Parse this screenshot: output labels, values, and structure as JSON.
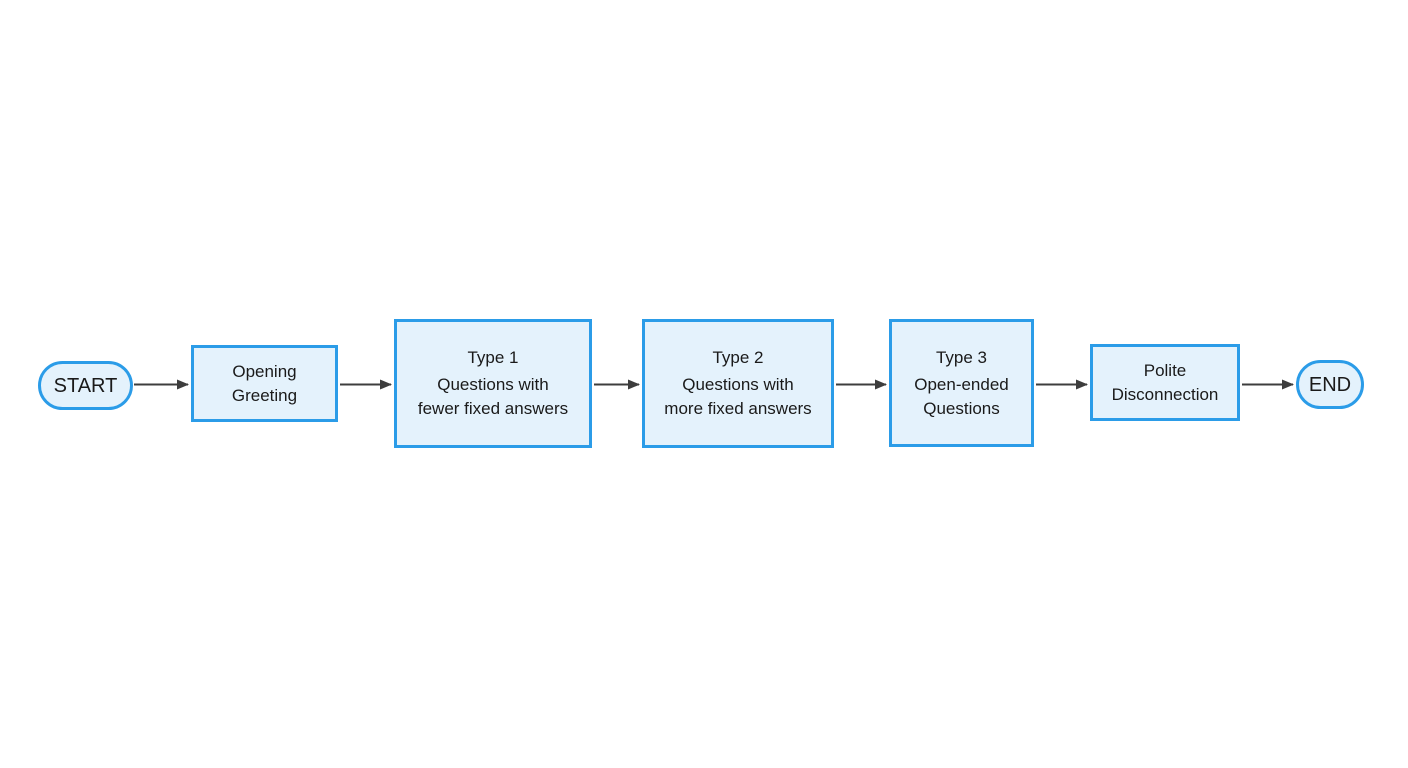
{
  "diagram": {
    "colors": {
      "node_fill": "#e4f2fc",
      "node_border": "#2b9ce8",
      "arrow": "#3d3d3d",
      "text": "#1a1a1a",
      "background": "#ffffff"
    },
    "nodes": [
      {
        "id": "start",
        "type": "terminal",
        "label": "START"
      },
      {
        "id": "opening-greeting",
        "type": "process",
        "label": "Opening\nGreeting"
      },
      {
        "id": "type-1",
        "type": "process",
        "title": "Type 1",
        "desc": "Questions with\nfewer fixed answers"
      },
      {
        "id": "type-2",
        "type": "process",
        "title": "Type 2",
        "desc": "Questions with\nmore fixed answers"
      },
      {
        "id": "type-3",
        "type": "process",
        "title": "Type 3",
        "desc": "Open-ended\nQuestions"
      },
      {
        "id": "polite-disconnection",
        "type": "process",
        "label": "Polite\nDisconnection"
      },
      {
        "id": "end",
        "type": "terminal",
        "label": "END"
      }
    ],
    "edges": [
      {
        "from": "start",
        "to": "opening-greeting"
      },
      {
        "from": "opening-greeting",
        "to": "type-1"
      },
      {
        "from": "type-1",
        "to": "type-2"
      },
      {
        "from": "type-2",
        "to": "type-3"
      },
      {
        "from": "type-3",
        "to": "polite-disconnection"
      },
      {
        "from": "polite-disconnection",
        "to": "end"
      }
    ]
  }
}
